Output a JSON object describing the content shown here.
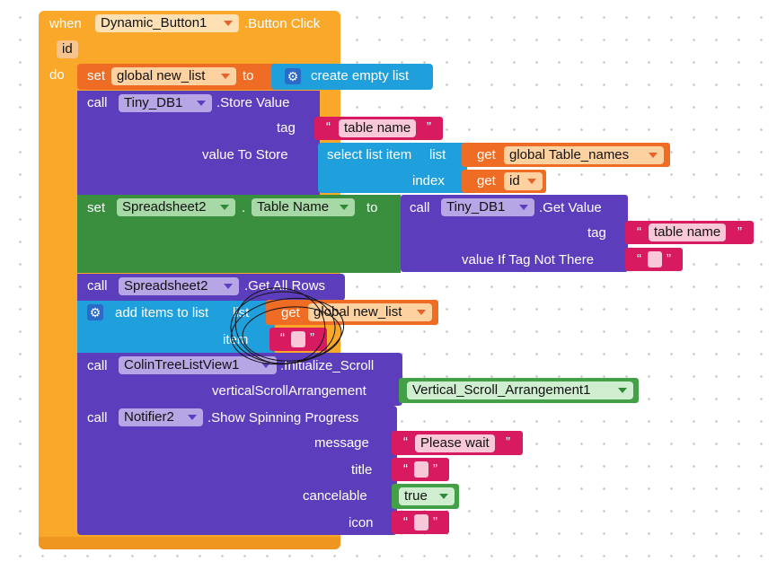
{
  "event": {
    "when": "when",
    "component": "Dynamic_Button1",
    "event_name": ".Button Click",
    "param": "id",
    "do": "do"
  },
  "set_new_list": {
    "set": "set",
    "var": "global new_list",
    "to": "to",
    "create_empty_list": "create empty list"
  },
  "store_value": {
    "call": "call",
    "component": "Tiny_DB1",
    "method": ".Store Value",
    "tag_label": "tag",
    "tag_value": "table name",
    "value_label": "value To Store",
    "select_list_item": "select list item",
    "list_label": "list",
    "get1": "get",
    "var_table_names": "global Table_names",
    "index_label": "index",
    "get2": "get",
    "var_id": "id"
  },
  "set_table_name": {
    "set": "set",
    "component": "Spreadsheet2",
    "dot": ".",
    "property": "Table Name",
    "to": "to",
    "call": "call",
    "db_component": "Tiny_DB1",
    "method": ".Get Value",
    "tag_label": "tag",
    "tag_value": "table name",
    "value_if_label": "value If Tag Not There"
  },
  "get_all_rows": {
    "call": "call",
    "component": "Spreadsheet2",
    "method": ".Get All Rows"
  },
  "add_items": {
    "label": "add items to list",
    "list_label": "list",
    "get": "get",
    "var": "global new_list",
    "item_label": "item"
  },
  "init_scroll": {
    "call": "call",
    "component": "ColinTreeListView1",
    "method": ".Initialize_Scroll",
    "param_label": "verticalScrollArrangement",
    "arrangement": "Vertical_Scroll_Arrangement1"
  },
  "spinner": {
    "call": "call",
    "component": "Notifier2",
    "method": ".Show Spinning Progress",
    "message_label": "message",
    "message_value": "Please wait",
    "title_label": "title",
    "cancelable_label": "cancelable",
    "cancelable_value": "true",
    "icon_label": "icon"
  },
  "quote_open": "“",
  "quote_close": "”",
  "colors": {
    "event": "#f9a82a",
    "variable": "#ef6c25",
    "component_call": "#5c3ebd",
    "component_set": "#3a8f3e",
    "list": "#1f9fdc",
    "text": "#d81b60",
    "logic": "#43a047",
    "workspace_dots": "#c4c4c4"
  },
  "icons": [
    "gear-icon",
    "dropdown-arrow-icon",
    "hand-drawn-circle-annotation"
  ]
}
